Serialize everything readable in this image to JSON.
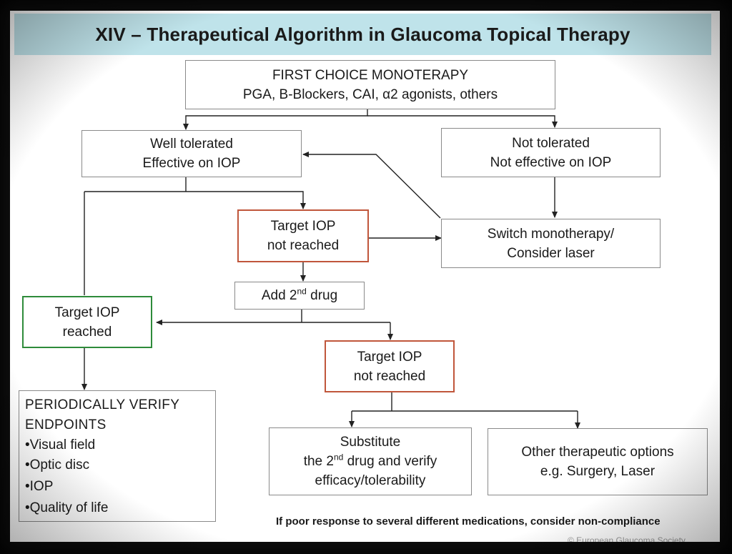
{
  "title": "XIV – Therapeutical Algorithm in Glaucoma Topical Therapy",
  "boxes": {
    "first_choice": {
      "line1": "FIRST CHOICE MONOTERAPY",
      "line2": "PGA, B-Blockers, CAI, α2 agonists, others"
    },
    "well_tolerated": {
      "line1": "Well tolerated",
      "line2": "Effective on IOP"
    },
    "not_tolerated": {
      "line1": "Not tolerated",
      "line2": "Not effective on IOP"
    },
    "target_not_reached_1": {
      "line1": "Target IOP",
      "line2": "not reached"
    },
    "switch": {
      "line1": "Switch monotherapy/",
      "line2": "Consider laser"
    },
    "add_drug": {
      "pre": "Add 2",
      "sup": "nd",
      "post": " drug"
    },
    "target_reached": {
      "line1": "Target IOP",
      "line2": "reached"
    },
    "target_not_reached_2": {
      "line1": "Target IOP",
      "line2": "not reached"
    },
    "periodically": {
      "line1": "PERIODICALLY VERIFY",
      "line2": "ENDPOINTS",
      "items": [
        "•Visual field",
        "•Optic disc",
        "•IOP",
        "•Quality of life"
      ]
    },
    "substitute": {
      "line1": "Substitute",
      "line2_pre": "the 2",
      "line2_sup": "nd",
      "line2_post": " drug and verify",
      "line3": "efficacy/tolerability"
    },
    "other_options": {
      "line1": "Other therapeutic options",
      "line2": "e.g. Surgery, Laser"
    }
  },
  "footnote": "If poor response to several different medications, consider non-compliance",
  "copyright": "© European Glaucoma Society",
  "colors": {
    "title_bg": "#bfe3ea",
    "red_border": "#c0563b",
    "green_border": "#2e8b3a",
    "line": "#222222"
  }
}
